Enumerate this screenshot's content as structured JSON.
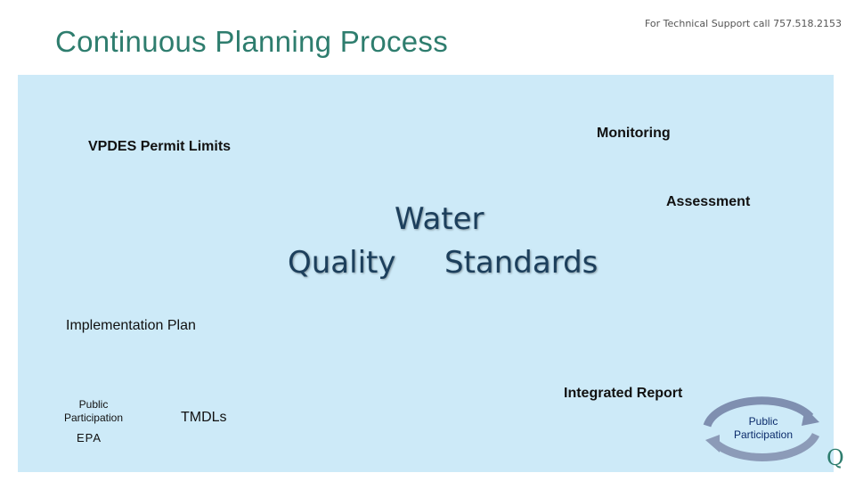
{
  "header": {
    "title": "Continuous Planning Process",
    "support": "For Technical Support call 757.518.2153"
  },
  "diagram": {
    "vpdes": "VPDES Permit Limits",
    "monitoring": "Monitoring",
    "assessment": "Assessment",
    "center_line1": "Water",
    "center_quality": "Quality",
    "center_standards": "Standards",
    "implementation": "Implementation Plan",
    "public_participation_left": "Public Participation",
    "epa": "EPA",
    "tmdls": "TMDLs",
    "integrated_report": "Integrated Report",
    "public_participation_right": "Public Participation"
  },
  "colors": {
    "title": "#2e7d6e",
    "panel": "#cdeaf8",
    "center_text": "#1c3f5c",
    "arrow": "#7f8fb0"
  },
  "corner_glyph": "Q"
}
